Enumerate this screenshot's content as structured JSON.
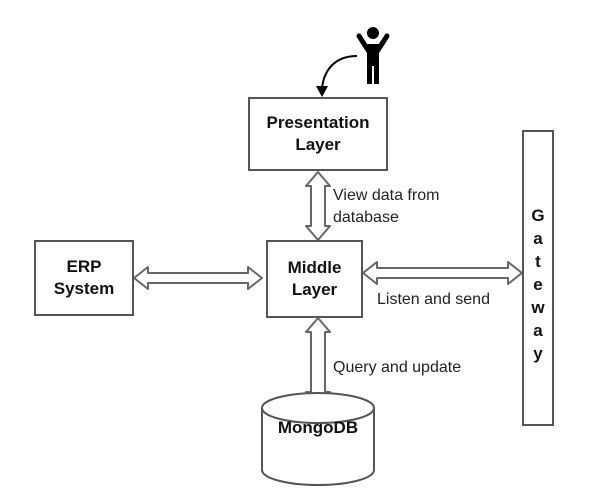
{
  "nodes": {
    "presentation": {
      "lines": [
        "Presentation",
        "Layer"
      ]
    },
    "middle": {
      "lines": [
        "Middle",
        "Layer"
      ]
    },
    "erp": {
      "lines": [
        "ERP",
        "System"
      ]
    },
    "mongodb": {
      "label": "MongoDB"
    },
    "gateway": {
      "letters": [
        "G",
        "a",
        "t",
        "e",
        "w",
        "a",
        "y"
      ]
    },
    "user": {
      "icon": "person-icon"
    }
  },
  "edges": {
    "presentation_middle": {
      "lines": [
        "View data from",
        "database"
      ]
    },
    "middle_gateway": {
      "label": "Listen and send"
    },
    "middle_mongodb": {
      "label": "Query and update"
    },
    "erp_middle": {
      "label": ""
    }
  }
}
